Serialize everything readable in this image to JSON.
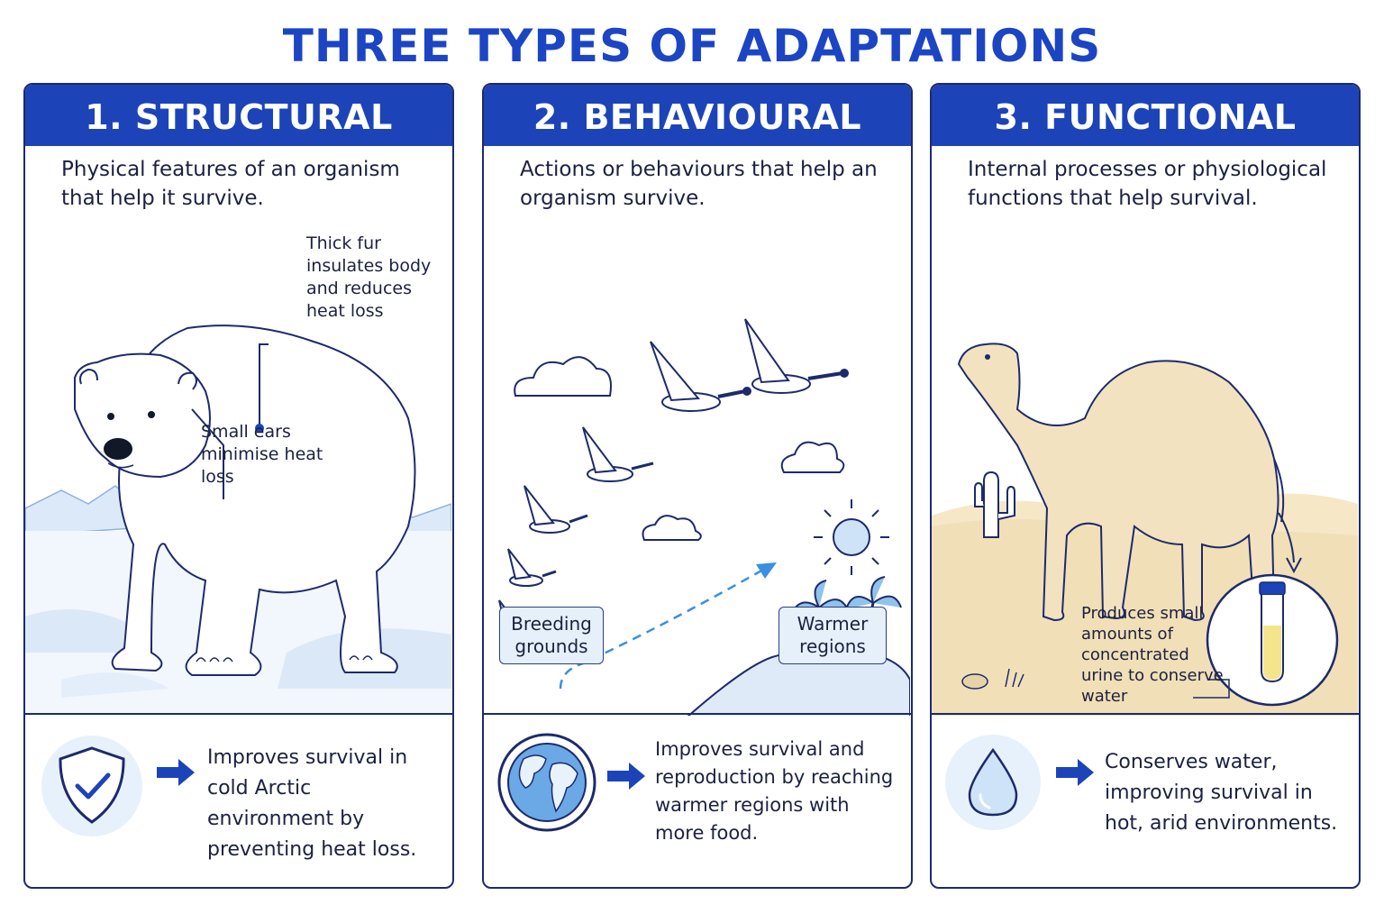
{
  "title": "THREE TYPES OF ADAPTATIONS",
  "colors": {
    "primary": "#1c44b8",
    "title": "#1c45c4",
    "outline": "#1d2a6b",
    "accent": "#3a8fe0",
    "light_blue": "#e5f0fb",
    "sand": "#f6e7c6"
  },
  "panels": [
    {
      "heading": "1. STRUCTURAL",
      "description": "Physical features of an organism that help it survive.",
      "illustration": "polar-bear",
      "annotations": [
        "Thick fur insulates body and reduces heat loss",
        "Small ears minimise heat loss"
      ],
      "outcome_icon": "shield-check-icon",
      "outcome": "Improves survival in cold Arctic environment by preventing heat loss."
    },
    {
      "heading": "2. BEHAVIOURAL",
      "description": "Actions or behaviours that help an organism survive.",
      "illustration": "migrating-geese",
      "labels": [
        "Breeding grounds",
        "Warmer regions"
      ],
      "outcome_icon": "globe-icon",
      "outcome": "Improves survival and reproduction by reaching warmer regions with more food."
    },
    {
      "heading": "3. FUNCTIONAL",
      "description": "Internal processes or physiological functions that help survival.",
      "illustration": "camel-desert",
      "annotations": [
        "Produces small amounts of concentrated urine to conserve water"
      ],
      "outcome_icon": "water-drop-icon",
      "outcome": "Conserves water, improving survival in hot, arid environments."
    }
  ]
}
